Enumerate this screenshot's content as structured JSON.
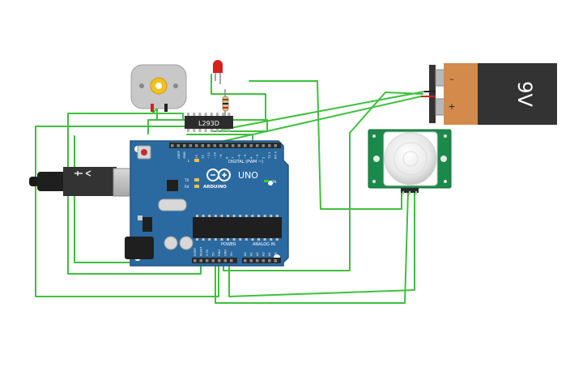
{
  "colors": {
    "wire": "#3fbf3f",
    "board": "#2a6aa0",
    "board_edge": "#1f5585",
    "header": "#2a2a2a",
    "battery_body": "#333333",
    "battery_label": "#d48a4a",
    "pir_board": "#1a8a4a",
    "led": "#d42020",
    "resistor": "#d8c090"
  },
  "icons": {
    "usb": "usb-connector-icon",
    "logo": "arduino-infinity-logo-icon",
    "motor": "dc-motor-icon"
  },
  "l293d": {
    "label": "L293D"
  },
  "battery": {
    "label": "9V",
    "minus": "–",
    "plus": "+"
  },
  "arduino": {
    "brand": "ARDUINO",
    "model": "UNO",
    "digital_label": "DIGITAL (PWM ~)",
    "power_label": "POWER",
    "analog_label": "ANALOG IN",
    "on_label": "ON",
    "tx_label": "TX",
    "rx_label": "RX",
    "l_label": "L",
    "aref": "AREF",
    "gnd": "GND",
    "digital_pins": [
      "13",
      "12",
      "~11",
      "~10",
      "~9",
      "8",
      "7",
      "~6",
      "~5",
      "4",
      "~3",
      "2",
      "TX 1",
      "RX 0"
    ],
    "power_pins": [
      "IOREF",
      "RESET",
      "3.3V",
      "5V",
      "GND",
      "GND",
      "Vin"
    ],
    "analog_pins": [
      "A0",
      "A1",
      "A2",
      "A3",
      "A4",
      "A5"
    ]
  }
}
